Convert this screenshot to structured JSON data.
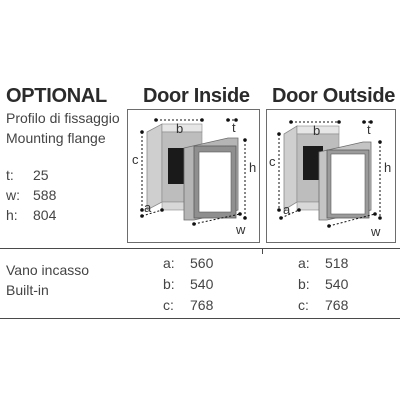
{
  "optional": {
    "title": "OPTIONAL",
    "profile_label": "Profilo di fissaggio",
    "mounting_label": "Mounting flange",
    "specs": [
      {
        "key": "t:",
        "value": "25"
      },
      {
        "key": "w:",
        "value": "588"
      },
      {
        "key": "h:",
        "value": "804"
      }
    ]
  },
  "door_inside": {
    "title": "Door Inside"
  },
  "door_outside": {
    "title": "Door Outside"
  },
  "diagram_labels": {
    "a": "a",
    "b": "b",
    "c": "c",
    "h": "h",
    "t": "t",
    "w": "w"
  },
  "builtin": {
    "label_it": "Vano incasso",
    "label_en": "Built-in",
    "inside": [
      {
        "key": "a:",
        "value": "560"
      },
      {
        "key": "b:",
        "value": "540"
      },
      {
        "key": "c:",
        "value": "768"
      }
    ],
    "outside": [
      {
        "key": "a:",
        "value": "518"
      },
      {
        "key": "b:",
        "value": "540"
      },
      {
        "key": "c:",
        "value": "768"
      }
    ]
  },
  "colors": {
    "frame": "#8a8a8a",
    "door_panel": "#ffffff",
    "cabinet": "#cfcfcf",
    "cabinet_dark": "#1a1a1a",
    "text": "#333333"
  }
}
